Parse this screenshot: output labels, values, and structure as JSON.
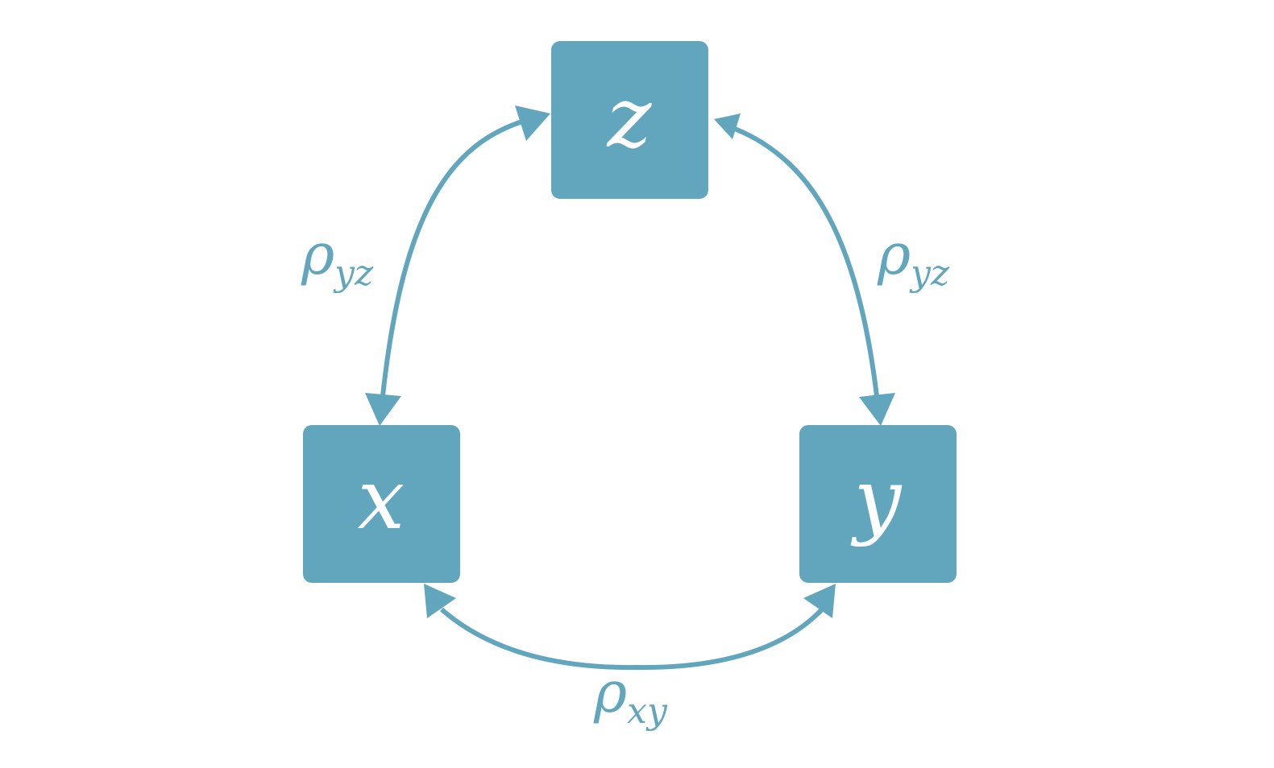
{
  "nodes": {
    "z": {
      "label": "z"
    },
    "x": {
      "label": "x"
    },
    "y": {
      "label": "y"
    }
  },
  "edges": {
    "x_z": {
      "symbol": "ρ",
      "subscript": "yz"
    },
    "z_y": {
      "symbol": "ρ",
      "subscript": "yz"
    },
    "x_y": {
      "symbol": "ρ",
      "subscript": "xy"
    }
  },
  "colors": {
    "node_fill": "#61a6bd",
    "edge": "#61a6bd",
    "node_text": "#ffffff"
  }
}
